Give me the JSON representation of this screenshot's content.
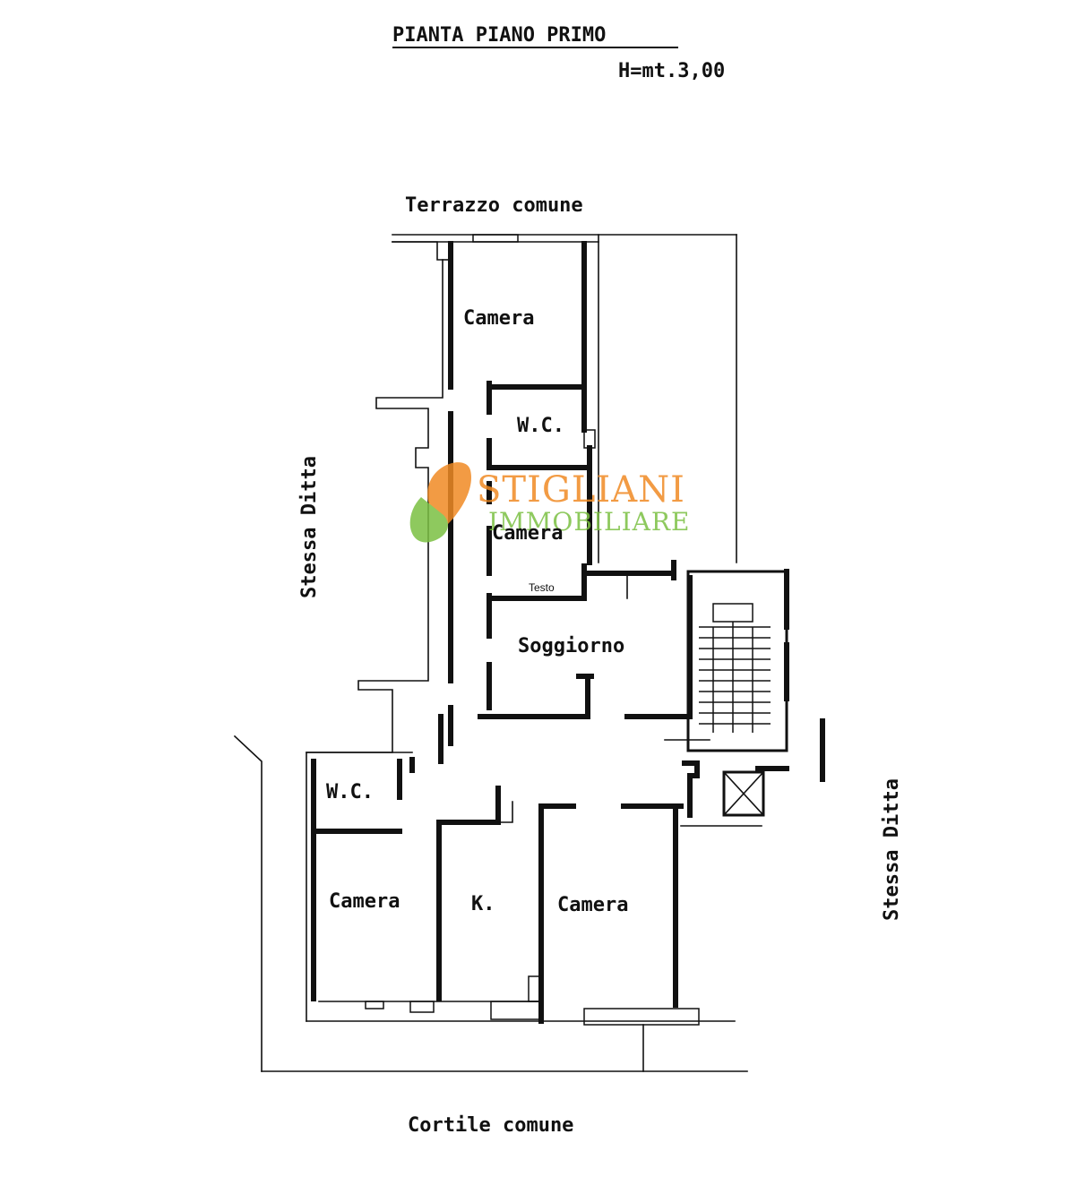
{
  "title": "PIANTA PIANO PRIMO",
  "height_note": "H=mt.3,00",
  "surroundings": {
    "top": "Terrazzo comune",
    "bottom": "Cortile comune",
    "left": "Stessa Ditta",
    "right": "Stessa Ditta"
  },
  "rooms": {
    "camera_top": "Camera",
    "wc_top": "W.C.",
    "camera_mid": "Camera",
    "testo": "Testo",
    "soggiorno": "Soggiorno",
    "wc_bottom": "W.C.",
    "camera_bl": "Camera",
    "kitchen": "K.",
    "camera_bm": "Camera"
  },
  "watermark": {
    "line1": "STIGLIANI",
    "line2": "IMMOBILIARE",
    "color_primary": "#f08a24",
    "color_secondary": "#7bc043"
  }
}
